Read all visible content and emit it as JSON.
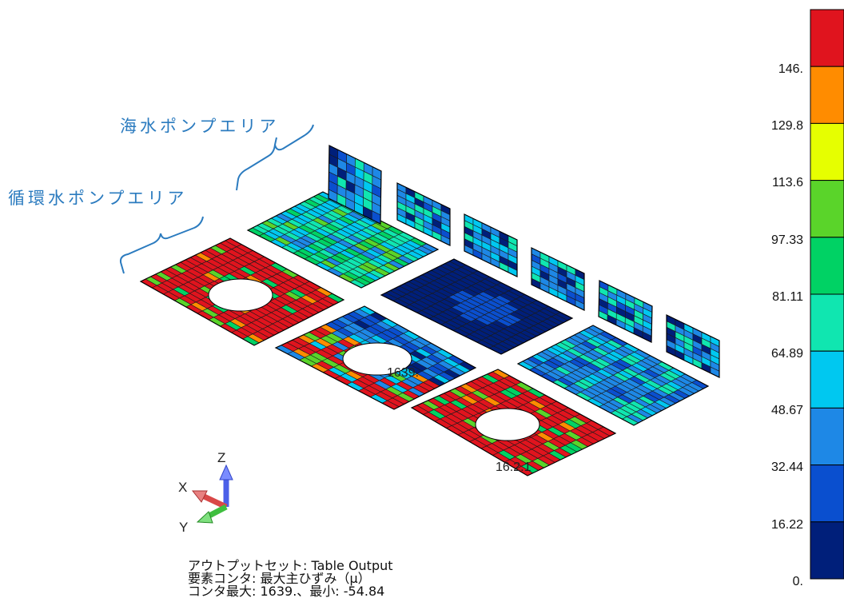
{
  "area_labels": {
    "seawater_pump_area": "海水ポンプエリア",
    "circulating_water_pump_area": "循環水ポンプエリア"
  },
  "legend": {
    "values": [
      "146.",
      "129.8",
      "113.6",
      "97.33",
      "81.11",
      "64.89",
      "48.67",
      "32.44",
      "16.22",
      "0."
    ],
    "colors": [
      "#e0141e",
      "#ff8c00",
      "#e6ff00",
      "#5ad42a",
      "#00d264",
      "#10e6b0",
      "#00c8f0",
      "#1e88e6",
      "#0a4fcf",
      "#001f7a"
    ]
  },
  "info": {
    "output_set": "アウトプットセット: Table Output",
    "element_contour": "要素コンタ: 最大主ひずみ（μ）",
    "contour_range": "コンタ最大: 1639.、最小: -54.84"
  },
  "triad": {
    "x": "X",
    "y": "Y",
    "z": "Z"
  },
  "plot_annotations": {
    "min_marker": "16.2.1",
    "max_marker": "1639."
  }
}
